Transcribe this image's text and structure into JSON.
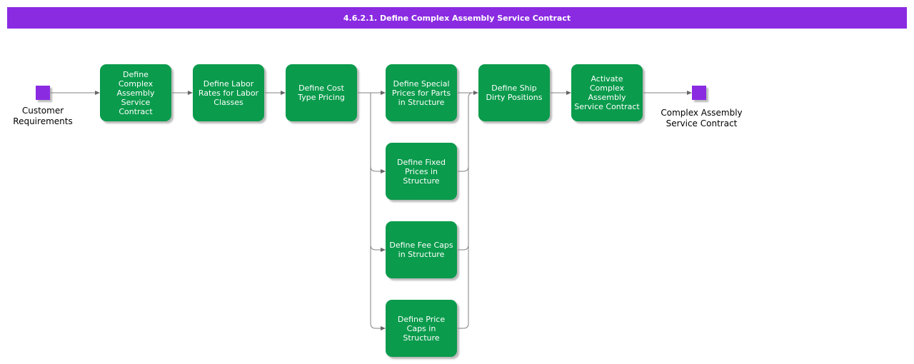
{
  "header": {
    "title": "4.6.2.1. Define Complex Assembly Service Contract"
  },
  "colors": {
    "header_bg": "#8A2BE2",
    "activity_green": "#0A9B4C",
    "terminal_purple": "#8A2BE2",
    "connector_gray": "#808080",
    "arrowhead_gray": "#666666",
    "activity_text": "#FFFFFF",
    "label_text": "#000000",
    "page_bg": "#FFFFFF"
  },
  "diagram": {
    "type": "process-flow",
    "start": {
      "id": "customer-requirements",
      "label": "Customer\nRequirements"
    },
    "end": {
      "id": "complex-assembly-service-contract",
      "label": "Complex Assembly\nService Contract"
    },
    "activities": [
      {
        "id": "define-complex-assembly-service-contract",
        "label": "Define\nComplex\nAssembly\nService\nContract"
      },
      {
        "id": "define-labor-rates-for-labor-classes",
        "label": "Define Labor\nRates for Labor\nClasses"
      },
      {
        "id": "define-cost-type-pricing",
        "label": "Define Cost\nType Pricing"
      },
      {
        "id": "define-special-prices-for-parts-in-structure",
        "label": "Define Special\nPrices for Parts\nin Structure"
      },
      {
        "id": "define-fixed-prices-in-structure",
        "label": "Define Fixed\nPrices in\nStructure"
      },
      {
        "id": "define-fee-caps-in-structure",
        "label": "Define Fee Caps\nin Structure"
      },
      {
        "id": "define-price-caps-in-structure",
        "label": "Define Price\nCaps in\nStructure"
      },
      {
        "id": "define-ship-dirty-positions",
        "label": "Define Ship\nDirty Positions"
      },
      {
        "id": "activate-complex-assembly-service-contract",
        "label": "Activate\nComplex\nAssembly\nService Contract"
      }
    ],
    "edges": [
      {
        "from": "customer-requirements",
        "to": "define-complex-assembly-service-contract"
      },
      {
        "from": "define-complex-assembly-service-contract",
        "to": "define-labor-rates-for-labor-classes"
      },
      {
        "from": "define-labor-rates-for-labor-classes",
        "to": "define-cost-type-pricing"
      },
      {
        "from": "define-cost-type-pricing",
        "to": "define-special-prices-for-parts-in-structure"
      },
      {
        "from": "define-cost-type-pricing",
        "to": "define-fixed-prices-in-structure"
      },
      {
        "from": "define-cost-type-pricing",
        "to": "define-fee-caps-in-structure"
      },
      {
        "from": "define-cost-type-pricing",
        "to": "define-price-caps-in-structure"
      },
      {
        "from": "define-special-prices-for-parts-in-structure",
        "to": "define-ship-dirty-positions"
      },
      {
        "from": "define-fixed-prices-in-structure",
        "to": "define-ship-dirty-positions"
      },
      {
        "from": "define-fee-caps-in-structure",
        "to": "define-ship-dirty-positions"
      },
      {
        "from": "define-price-caps-in-structure",
        "to": "define-ship-dirty-positions"
      },
      {
        "from": "define-ship-dirty-positions",
        "to": "activate-complex-assembly-service-contract"
      },
      {
        "from": "activate-complex-assembly-service-contract",
        "to": "complex-assembly-service-contract"
      }
    ]
  }
}
